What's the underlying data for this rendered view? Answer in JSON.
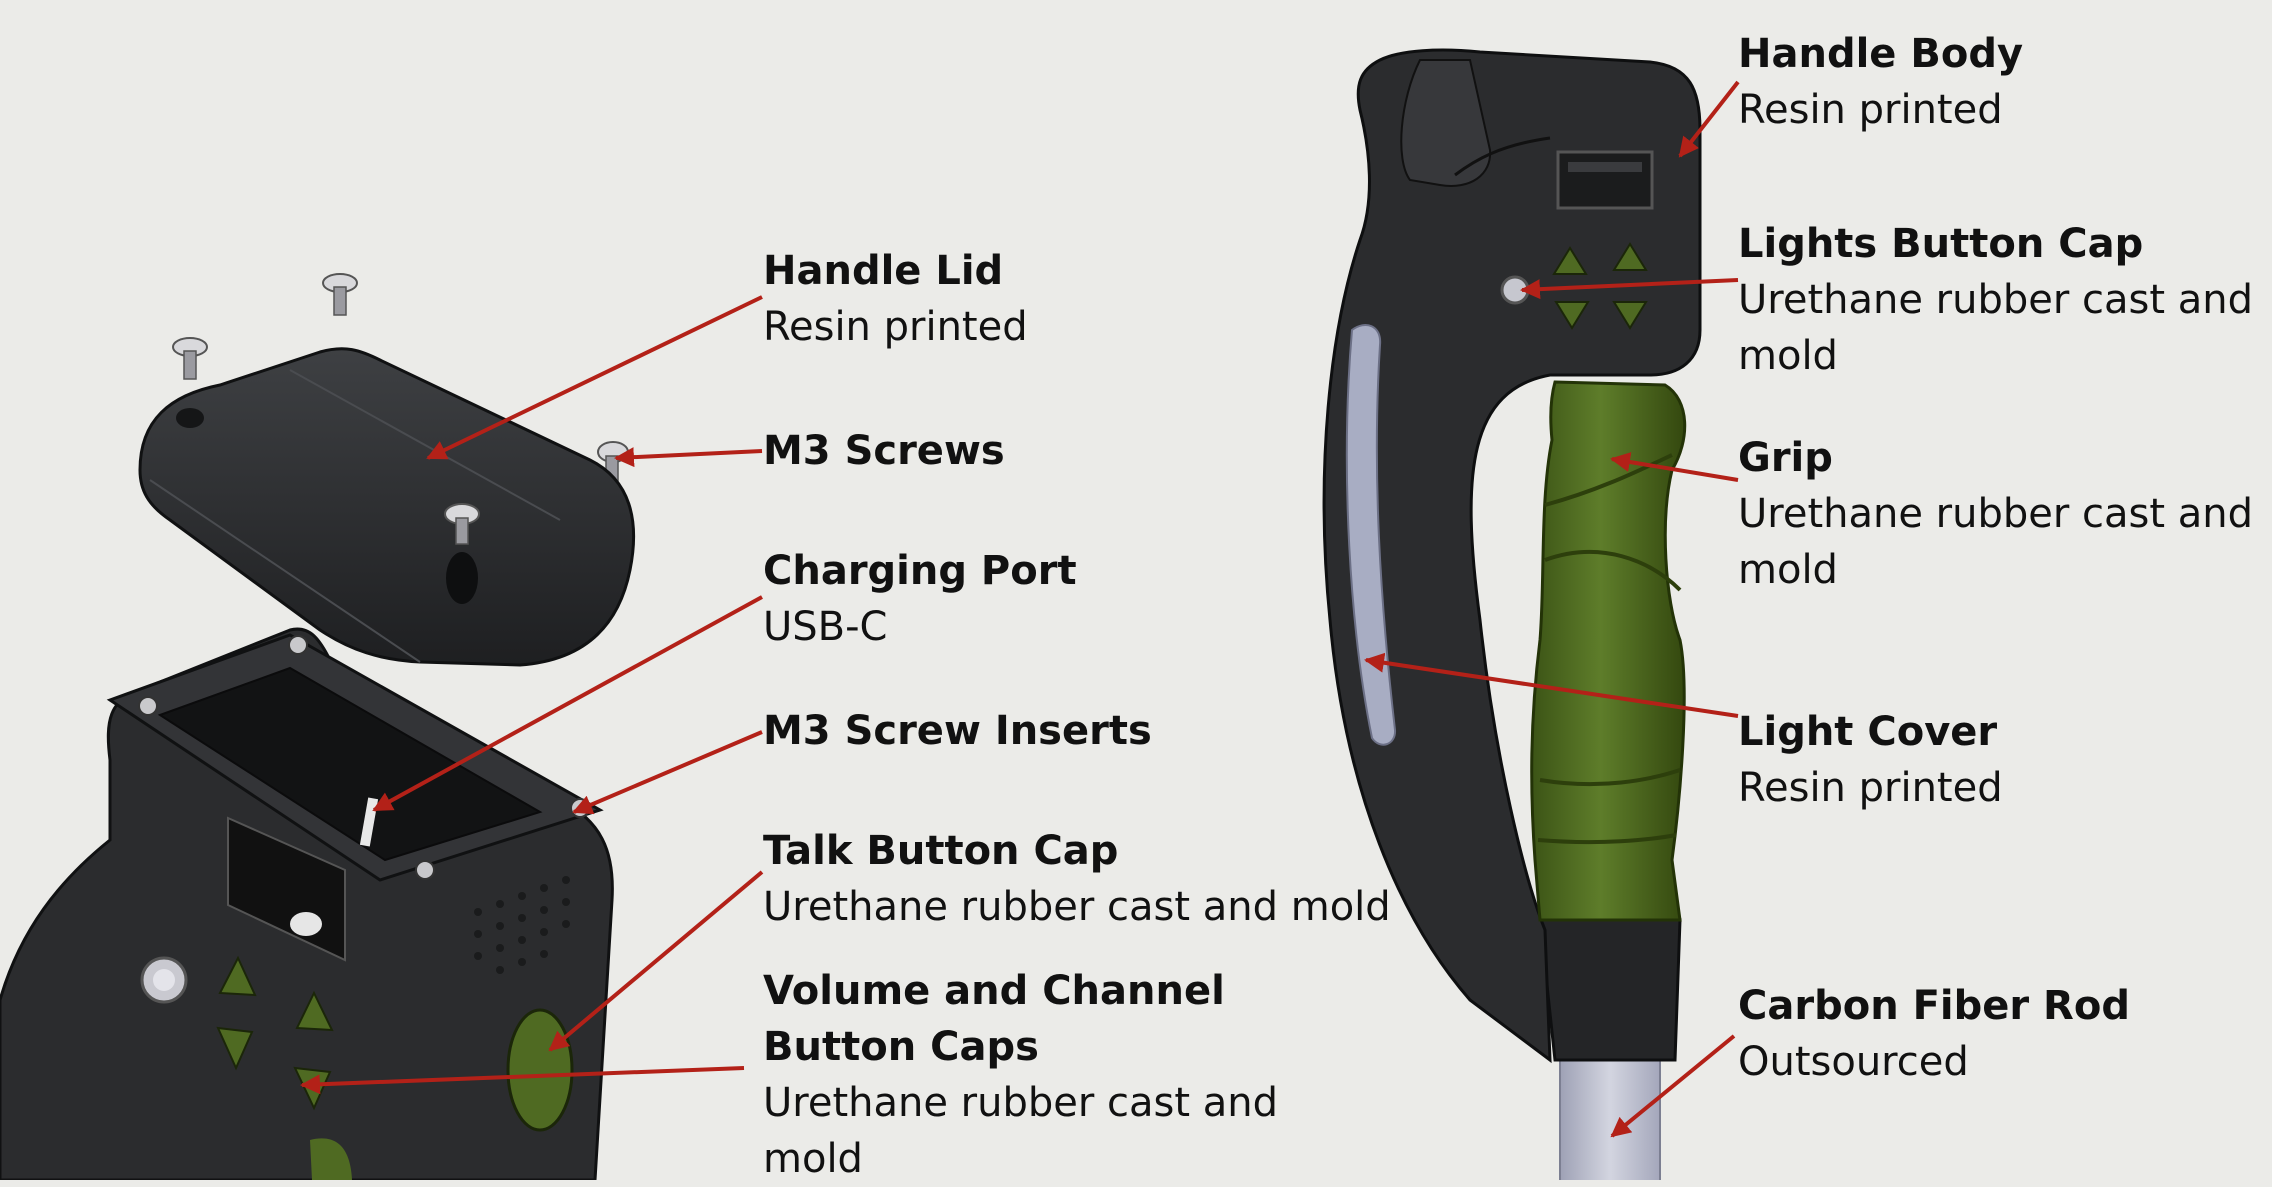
{
  "colors": {
    "background": "#ebebe8",
    "part_black": "#2b2c2e",
    "part_edge": "#101112",
    "rubber_green": "#4f6a22",
    "light_cover": "#a8adc3",
    "rod": "#b7b9c9",
    "leader_line": "#b32118"
  },
  "left_assembly": {
    "callouts": [
      {
        "id": "handle-lid",
        "title": "Handle Lid",
        "desc": "Resin printed"
      },
      {
        "id": "m3-screws",
        "title": "M3 Screws",
        "desc": ""
      },
      {
        "id": "charging-port",
        "title": "Charging Port",
        "desc": "USB-C"
      },
      {
        "id": "m3-screw-inserts",
        "title": "M3 Screw Inserts",
        "desc": ""
      },
      {
        "id": "talk-button-cap",
        "title": "Talk Button Cap",
        "desc": "Urethane rubber cast and mold"
      },
      {
        "id": "volume-channel-caps",
        "title": "Volume and Channel Button Caps",
        "desc": "Urethane rubber cast and mold"
      }
    ]
  },
  "right_assembly": {
    "callouts": [
      {
        "id": "handle-body",
        "title": "Handle Body",
        "desc": "Resin printed"
      },
      {
        "id": "lights-button-cap",
        "title": "Lights Button Cap",
        "desc": "Urethane rubber cast and mold"
      },
      {
        "id": "grip",
        "title": "Grip",
        "desc": "Urethane rubber cast and mold"
      },
      {
        "id": "light-cover",
        "title": "Light Cover",
        "desc": "Resin printed"
      },
      {
        "id": "carbon-fiber-rod",
        "title": "Carbon Fiber Rod",
        "desc": "Outsourced"
      }
    ]
  }
}
